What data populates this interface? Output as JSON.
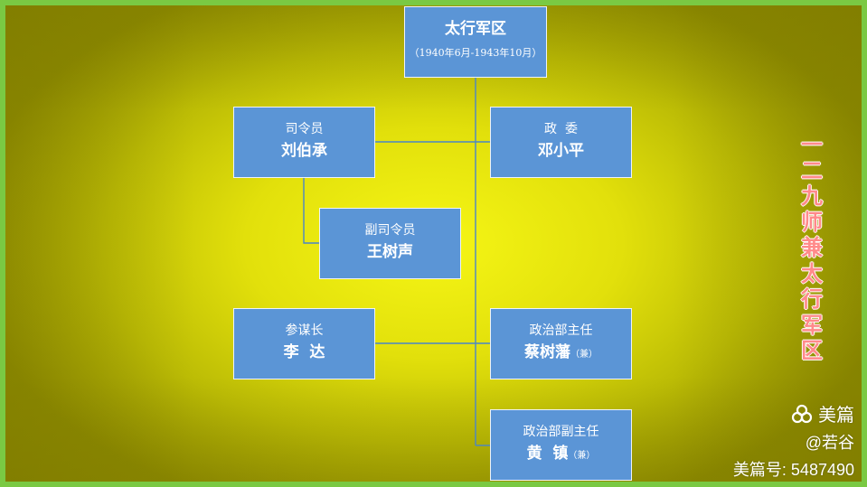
{
  "chart": {
    "top": {
      "title": "太行军区",
      "period": "（1940年6月-1943年10月）"
    },
    "boxes": [
      {
        "role": "司令员",
        "name": "刘伯承",
        "note": ""
      },
      {
        "role": "政  委",
        "name": "邓小平",
        "note": ""
      },
      {
        "role": "副司令员",
        "name": "王树声",
        "note": ""
      },
      {
        "role": "参谋长",
        "name": "李  达",
        "note": ""
      },
      {
        "role": "政治部主任",
        "name": "蔡树藩",
        "note": "（兼）"
      },
      {
        "role": "政治部副主任",
        "name": "黄  镇",
        "note": "（兼）"
      }
    ]
  },
  "side_title": "一二九师兼太行军区",
  "watermark": {
    "brand": "美篇",
    "user": "@若谷",
    "id": "美篇号: 5487490"
  },
  "colors": {
    "box_fill": "#5b95d6",
    "box_border": "#eef3f8",
    "connector": "#4a86c8",
    "side_title": "#ff8a8a"
  }
}
